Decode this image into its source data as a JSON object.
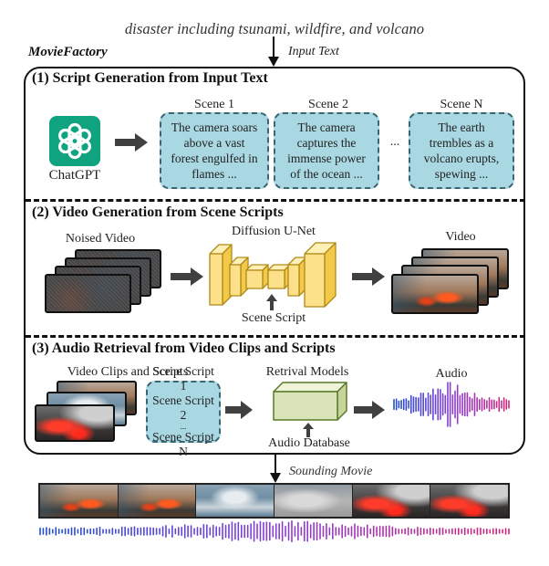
{
  "input": {
    "prompt": "disaster including tsunami, wildfire, and volcano",
    "label": "Input Text"
  },
  "app_title": "MovieFactory",
  "sections": [
    {
      "title": "(1) Script Generation from Input Text",
      "generator": {
        "name": "ChatGPT",
        "icon": "openai-logo-icon"
      },
      "scenes": [
        {
          "label": "Scene 1",
          "text": "The camera soars\nabove a vast\nforest engulfed in\nflames ..."
        },
        {
          "label": "Scene 2",
          "text": "The camera\ncaptures the\nimmense power\nof the ocean ..."
        },
        {
          "label": "Scene N",
          "text": "The earth\ntrembles as a\nvolcano erupts,\nspewing ..."
        }
      ],
      "ellipsis": "..."
    },
    {
      "title": "(2) Video Generation from Scene Scripts",
      "input_label": "Noised Video",
      "model_label": "Diffusion U-Net",
      "condition_label": "Scene Script",
      "output_label": "Video"
    },
    {
      "title": "(3) Audio Retrieval from Video Clips and Scripts",
      "clips_label": "Video Clips and Scripts",
      "scripts": [
        "Scene Script 1",
        "Scene Script 2",
        "...",
        "Scene Script N"
      ],
      "model_label": "Retrival Models",
      "database_label": "Audio Database",
      "output_label": "Audio"
    }
  ],
  "output": {
    "label": "Sounding Movie",
    "frames": [
      "wildfire",
      "wildfire",
      "tsunami",
      "smoke",
      "volcano",
      "volcano"
    ]
  },
  "colors": {
    "scene_box_fill": "#a9d8e2",
    "scene_box_border": "#3b6673",
    "chatgpt_green": "#10a37f",
    "unet_fill": "#fde08a",
    "unet_border": "#b08a17",
    "retrieval_fill": "#d9e4b8",
    "retrieval_border": "#5c7a2a",
    "arrow": "#404040",
    "wave_start": "#1f4fd0",
    "wave_mid": "#8a3fd6",
    "wave_end": "#d0267a"
  }
}
